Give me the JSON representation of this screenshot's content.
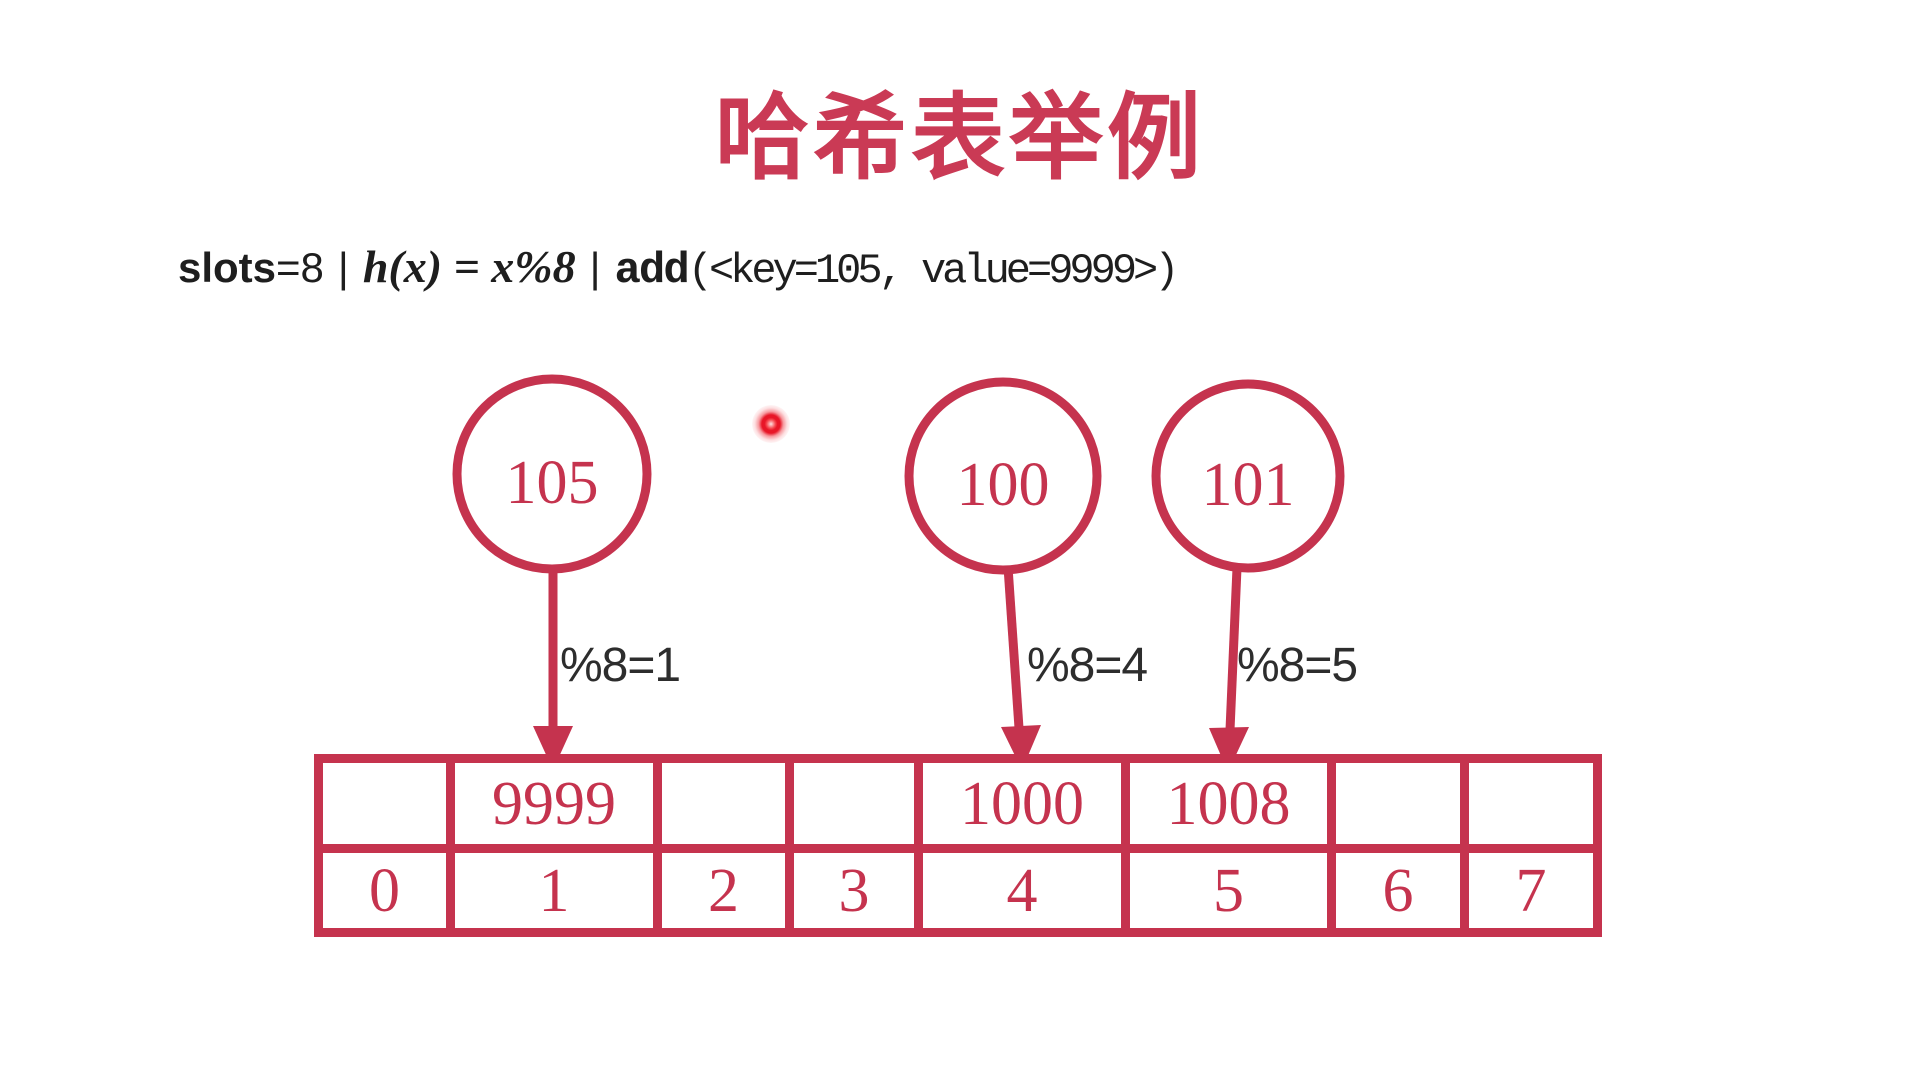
{
  "title": "哈希表举例",
  "formula": {
    "slots_keyword": "slots",
    "slots_value": "=8",
    "pipe": "|",
    "hash_function": "h(x) = x%8",
    "add_keyword": "add",
    "add_args": "(<key=105, value=9999>)"
  },
  "keys": [
    {
      "label": "105",
      "mod_label": "%8=1",
      "target_slot": 1
    },
    {
      "label": "100",
      "mod_label": "%8=4",
      "target_slot": 4
    },
    {
      "label": "101",
      "mod_label": "%8=5",
      "target_slot": 5
    }
  ],
  "hash_table": {
    "slots": 8,
    "values": [
      "",
      "9999",
      "",
      "",
      "1000",
      "1008",
      "",
      ""
    ],
    "indexes": [
      "0",
      "1",
      "2",
      "3",
      "4",
      "5",
      "6",
      "7"
    ]
  },
  "colors": {
    "accent_red": "#C5334E",
    "title_red": "#CA3A55",
    "text_dark": "#1e1e1e",
    "laser_red": "#E81627"
  },
  "cursor": {
    "kind": "laser-pointer-dot"
  }
}
